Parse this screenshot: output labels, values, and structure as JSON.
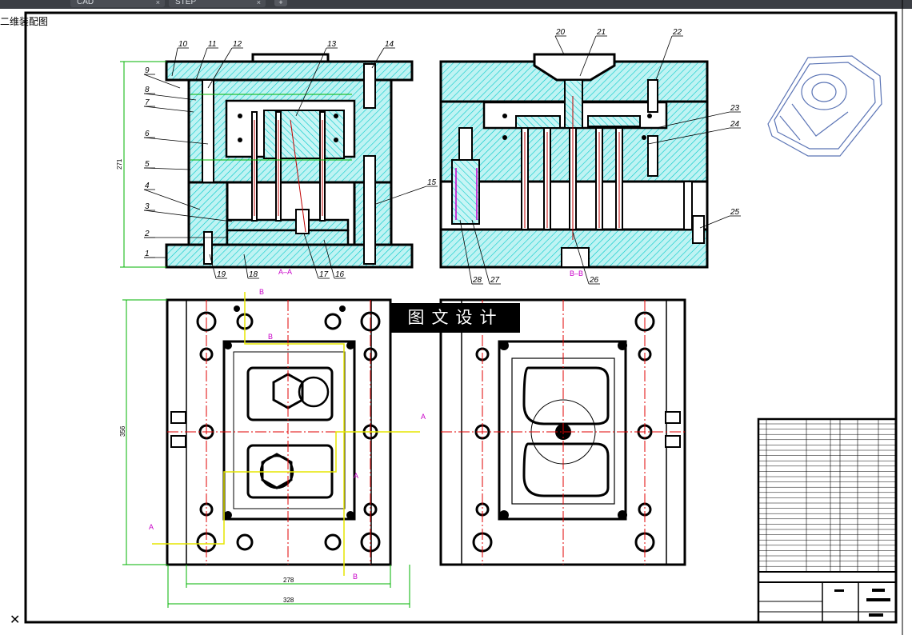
{
  "app": {
    "tabs": [
      {
        "label": "CAD",
        "active": true
      },
      {
        "label": "STEP",
        "active": false
      }
    ],
    "new_tab_label": "+",
    "view_label": "二维装配图"
  },
  "drawing": {
    "leader_numbers": [
      "1",
      "2",
      "3",
      "4",
      "5",
      "6",
      "7",
      "8",
      "9",
      "10",
      "11",
      "12",
      "13",
      "14",
      "15",
      "16",
      "17",
      "18",
      "19",
      "20",
      "21",
      "22",
      "23",
      "24",
      "25",
      "26",
      "27",
      "28"
    ],
    "section_labels": {
      "aa": "A–A",
      "bb": "B–B",
      "a": "A",
      "b": "B"
    },
    "dimensions": {
      "height_front": "271",
      "height_plan": "356",
      "width_inner": "278",
      "width_outer": "328"
    },
    "watermark": "图文设计",
    "colors": {
      "hatch": "#00c9c9",
      "outline": "#000000",
      "dimension": "#00b300",
      "center": "#e00000",
      "section": "#c800c8",
      "cut_line": "#e6e600",
      "iso": "#5b74b5"
    }
  },
  "ucs_icon": "ucs-x-icon"
}
